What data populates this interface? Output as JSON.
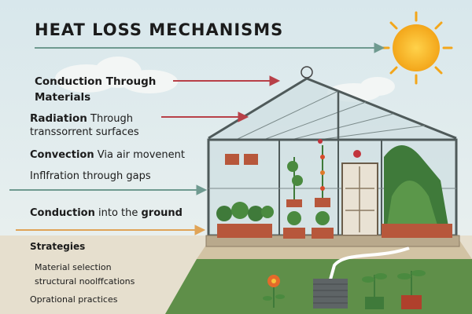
{
  "title": "HEAT LOSS MECHANISMS",
  "mechanisms": [
    {
      "line1": "Conduction Through",
      "line2": "Materials"
    },
    {
      "bold": "Radiation",
      "rest": " Through",
      "line2": "transsorrent surfaces"
    },
    {
      "bold": "Convection",
      "rest": " Via air movenent"
    },
    {
      "text": "Inflfration through gaps"
    },
    {
      "bold": "Conduction",
      "rest": " into the ",
      "bold2": "ground"
    }
  ],
  "strategies": {
    "heading": "Strategies",
    "items": [
      "Material selection",
      "structural noolffcations",
      "Oprational practices"
    ]
  },
  "colors": {
    "arrow_red": "#b84048",
    "arrow_teal": "#6f9a90",
    "arrow_orange": "#e0a457",
    "sun": "#f6b820",
    "frame": "#4f5a5a"
  },
  "icons": [
    "sun-icon",
    "greenhouse-icon",
    "cloud-icon",
    "plant-icon",
    "flower-icon"
  ]
}
